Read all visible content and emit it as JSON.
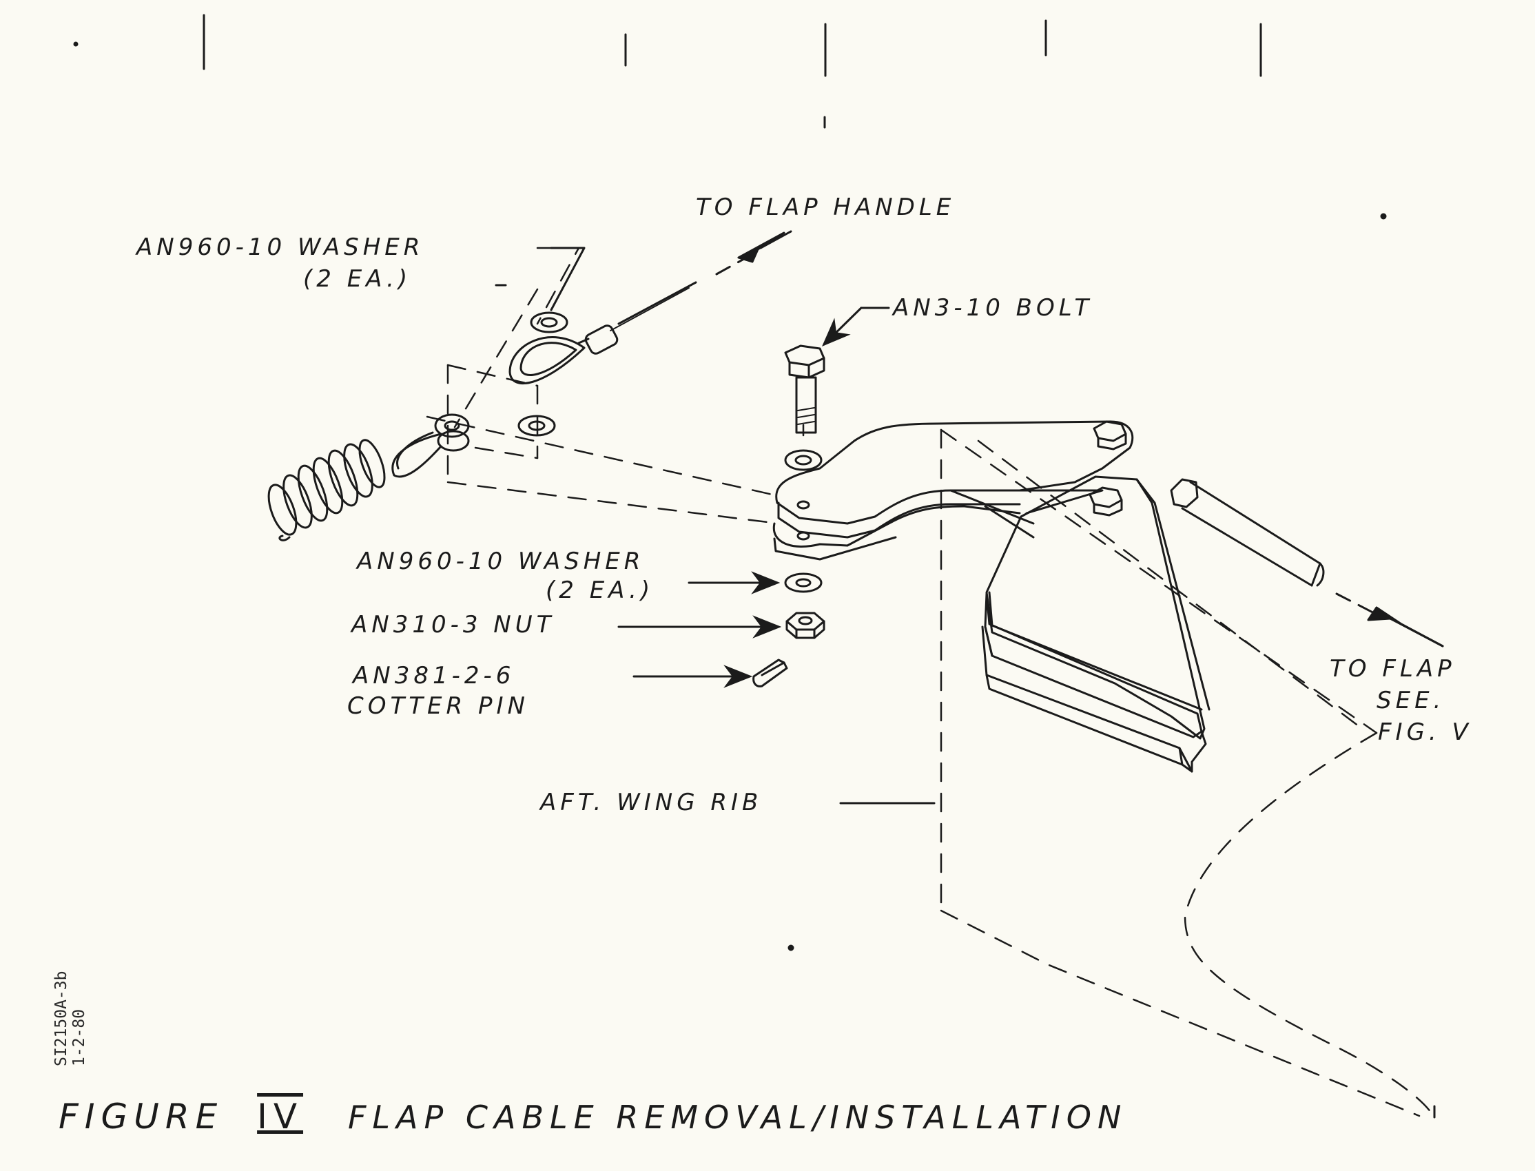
{
  "labels": {
    "to_flap_handle": "TO FLAP HANDLE",
    "washer_top": "AN960-10 WASHER",
    "washer_top_qty": "(2 EA.)",
    "bolt": "AN3-10 BOLT",
    "washer_bottom": "AN960-10 WASHER",
    "washer_bottom_qty": "(2 EA.)",
    "nut": "AN310-3 NUT",
    "cotter_pin_part": "AN381-2-6",
    "cotter_pin": "COTTER PIN",
    "aft_wing_rib": "AFT. WING RIB",
    "to_flap": "TO FLAP",
    "see": "SEE.",
    "fig_ref": "FIG. V"
  },
  "caption": {
    "figure": "FIGURE",
    "numeral": "IV",
    "title": "FLAP CABLE REMOVAL/INSTALLATION"
  },
  "doc_id": {
    "number": "SI2150A-3b",
    "date": "1-2-80"
  },
  "colors": {
    "paper": "#fbfaf3",
    "ink": "#1b1b1b"
  }
}
